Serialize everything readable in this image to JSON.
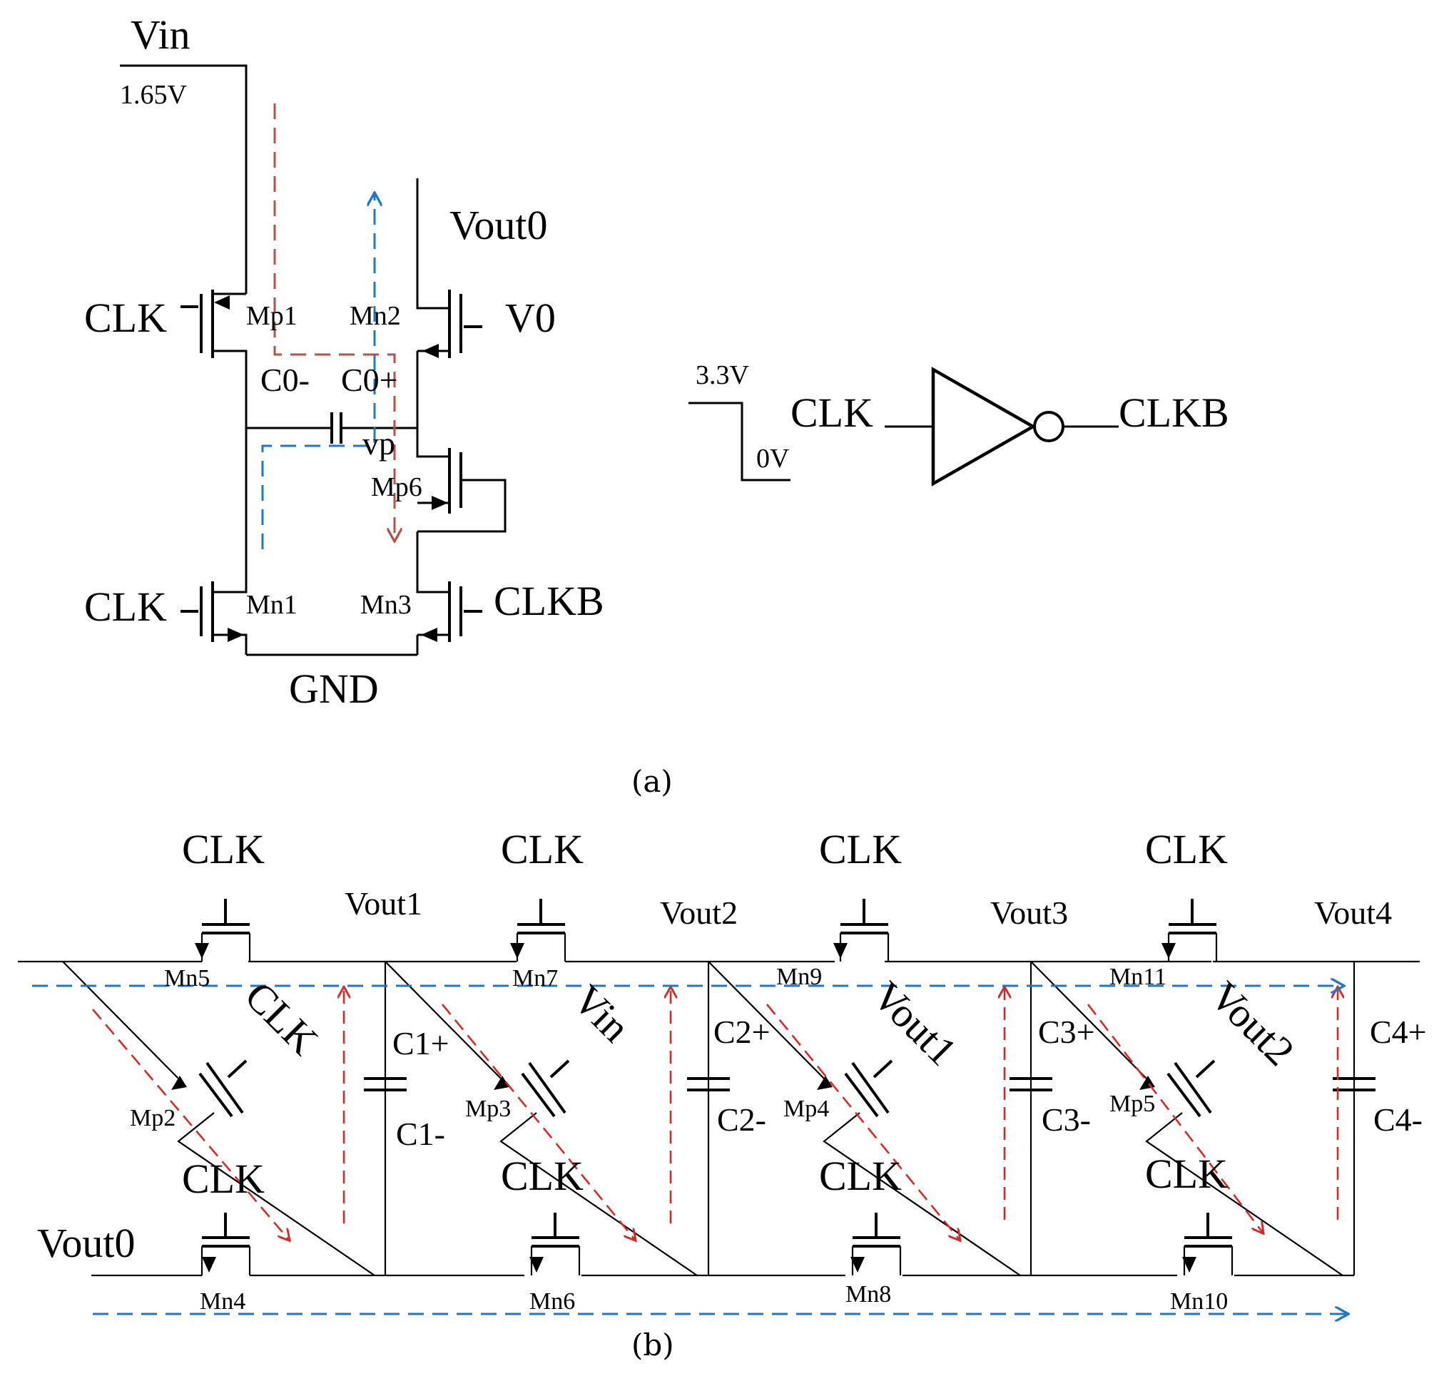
{
  "part_a": {
    "caption": "(a)",
    "vin": "Vin",
    "vin_level": "1.65V",
    "vout0": "Vout0",
    "v0": "V0",
    "clk_mp1": "CLK",
    "clk_mn1": "CLK",
    "clkb_mn3": "CLKB",
    "mp1": "Mp1",
    "mn2": "Mn2",
    "mn1": "Mn1",
    "mn3": "Mn3",
    "mp6": "Mp6",
    "c0_minus": "C0-",
    "c0_plus": "C0+",
    "vp": "vp",
    "gnd": "GND"
  },
  "inverter": {
    "high": "3.3V",
    "low": "0V",
    "input": "CLK",
    "output": "CLKB"
  },
  "part_b": {
    "caption": "(b)",
    "clk_top": [
      "CLK",
      "CLK",
      "CLK",
      "CLK"
    ],
    "clk_bottom": [
      "CLK",
      "CLK",
      "CLK",
      "CLK"
    ],
    "vout_top": [
      "Vout1",
      "Vout2",
      "Vout3",
      "Vout4"
    ],
    "vout0": "Vout0",
    "nmos_top": [
      "Mn5",
      "Mn7",
      "Mn9",
      "Mn11"
    ],
    "nmos_bottom": [
      "Mn4",
      "Mn6",
      "Mn8",
      "Mn10"
    ],
    "pmos": [
      "Mp2",
      "Mp3",
      "Mp4",
      "Mp5"
    ],
    "pmos_gate": [
      "CLK",
      "Vin",
      "Vout1",
      "Vout2"
    ],
    "cap_plus": [
      "C1+",
      "C2+",
      "C3+",
      "C4+"
    ],
    "cap_minus": [
      "C1-",
      "C2-",
      "C3-",
      "C4-"
    ]
  }
}
